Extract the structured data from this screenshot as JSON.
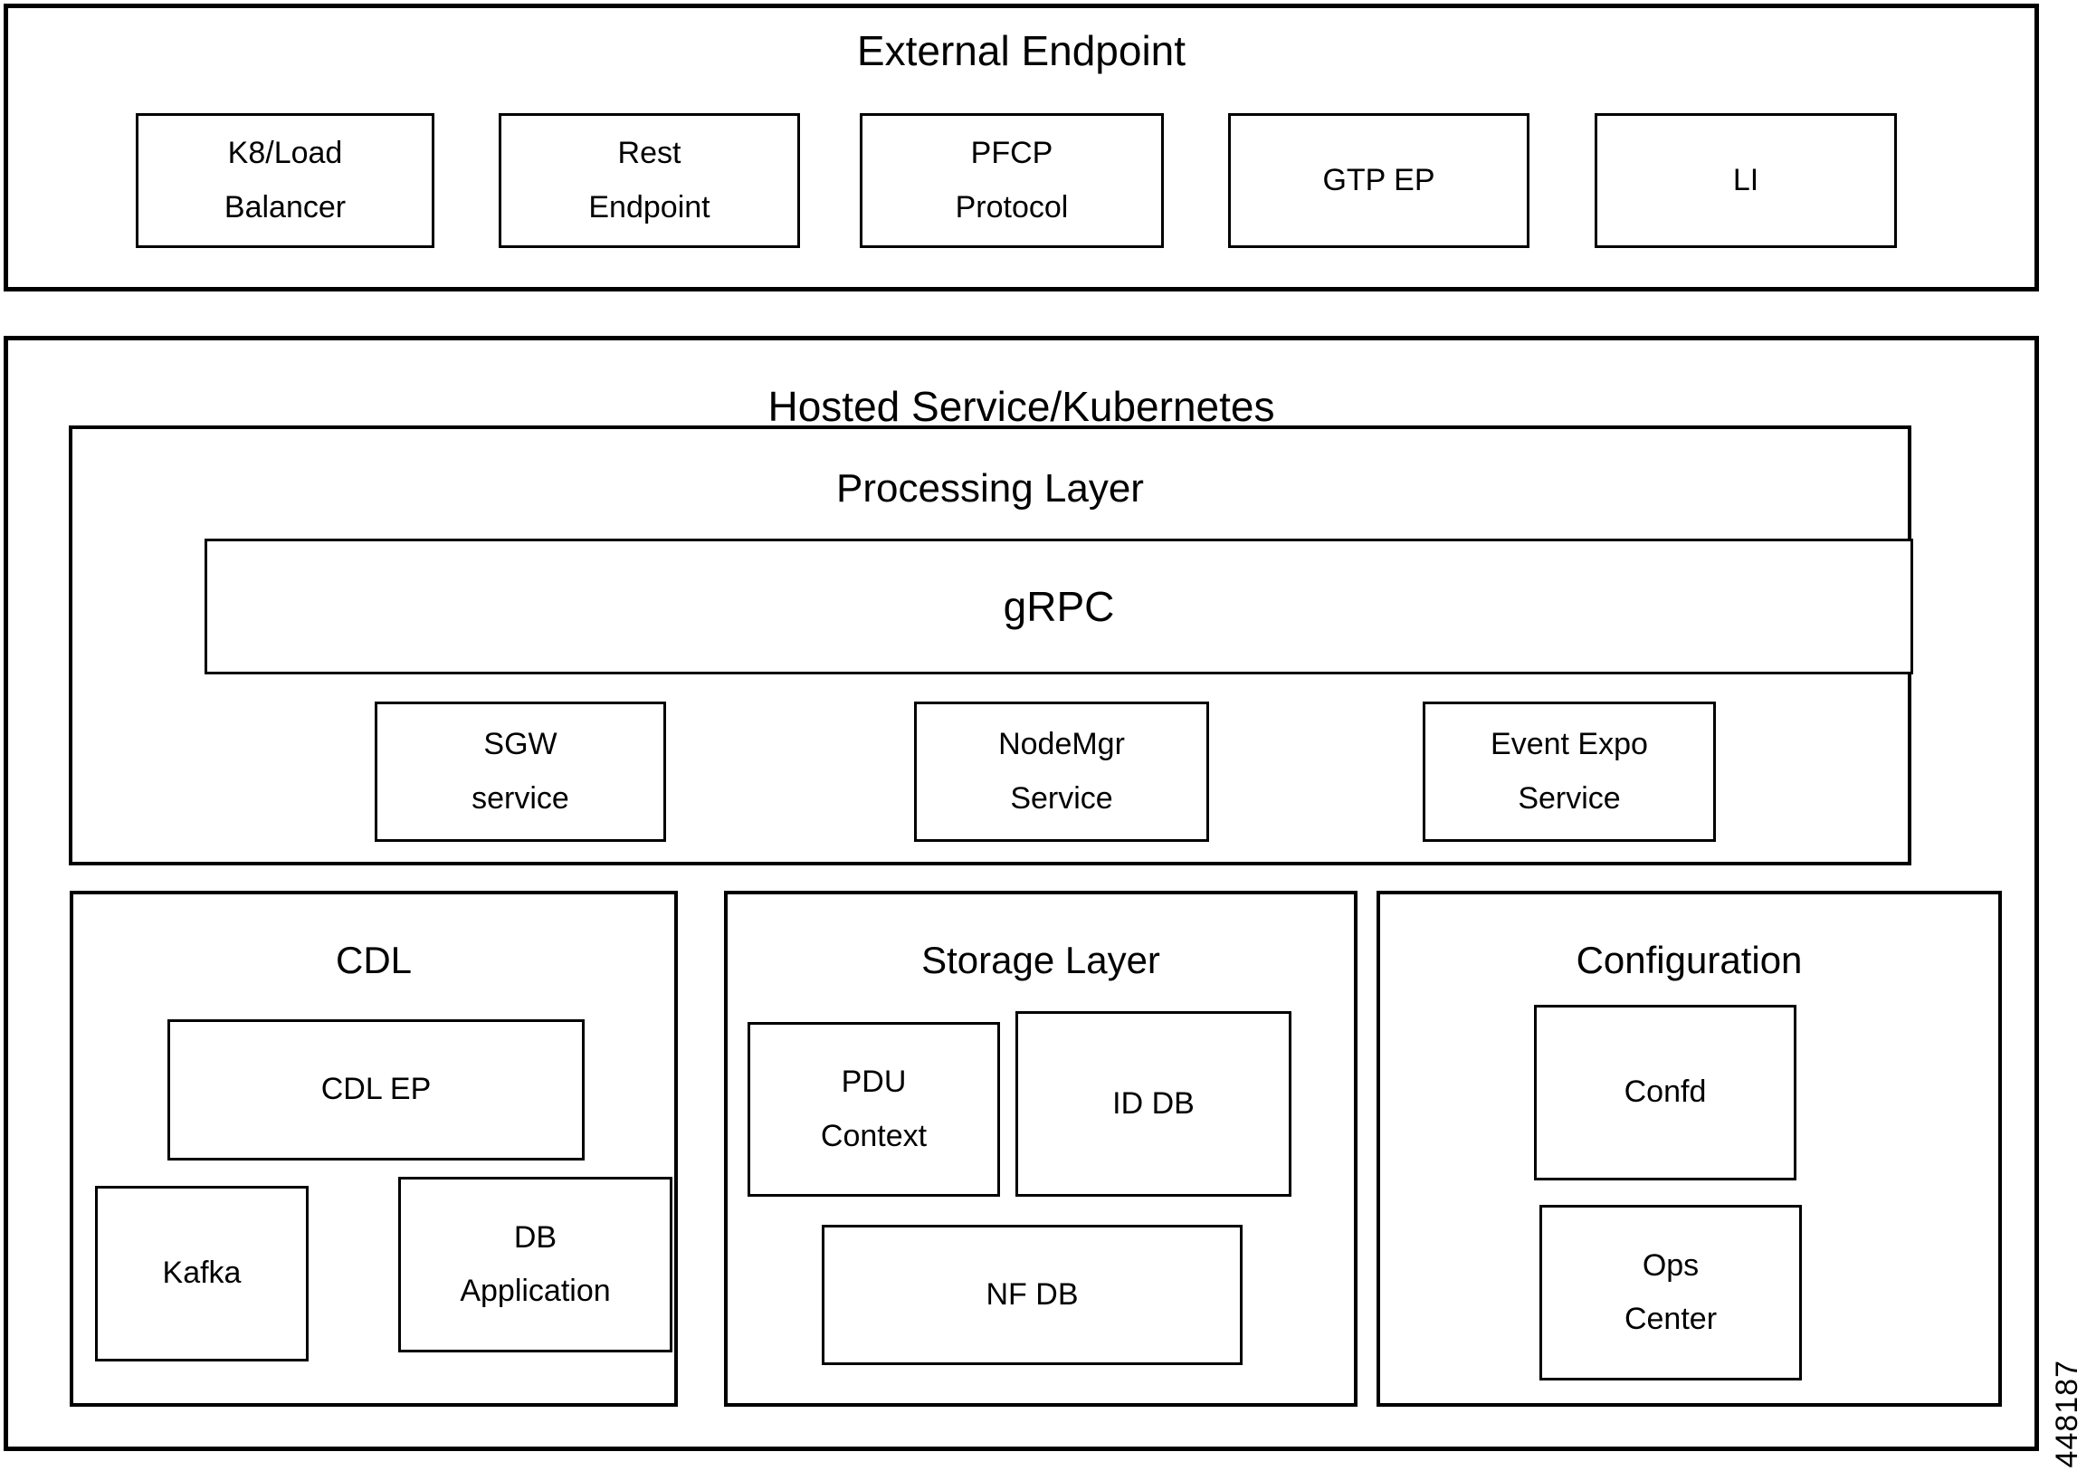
{
  "diagram": {
    "figure_id": "448187",
    "panels": [
      {
        "title": "External Endpoint",
        "nodes": [
          {
            "lines": [
              "K8/Load",
              "Balancer"
            ]
          },
          {
            "lines": [
              "Rest",
              "Endpoint"
            ]
          },
          {
            "lines": [
              "PFCP",
              "Protocol"
            ]
          },
          {
            "lines": [
              "GTP EP"
            ]
          },
          {
            "lines": [
              "LI"
            ]
          }
        ]
      },
      {
        "title": "Hosted Service/Kubernetes",
        "processing": {
          "title": "Processing Layer",
          "bus": {
            "lines": [
              "gRPC"
            ]
          },
          "services": [
            {
              "lines": [
                "SGW",
                "service"
              ]
            },
            {
              "lines": [
                "NodeMgr",
                "Service"
              ]
            },
            {
              "lines": [
                "Event Expo",
                "Service"
              ]
            }
          ]
        },
        "groups": [
          {
            "title": "CDL",
            "nodes": [
              {
                "lines": [
                  "CDL EP"
                ]
              },
              {
                "lines": [
                  "Kafka"
                ]
              },
              {
                "lines": [
                  "DB",
                  "Application"
                ]
              }
            ]
          },
          {
            "title": "Storage Layer",
            "nodes": [
              {
                "lines": [
                  "PDU",
                  "Context"
                ]
              },
              {
                "lines": [
                  "ID DB"
                ]
              },
              {
                "lines": [
                  "NF DB"
                ]
              }
            ]
          },
          {
            "title": "Configuration",
            "nodes": [
              {
                "lines": [
                  "Confd"
                ]
              },
              {
                "lines": [
                  "Ops",
                  "Center"
                ]
              }
            ]
          }
        ]
      }
    ]
  },
  "colors": {
    "stroke": "#000000",
    "fill": "#ffffff"
  }
}
